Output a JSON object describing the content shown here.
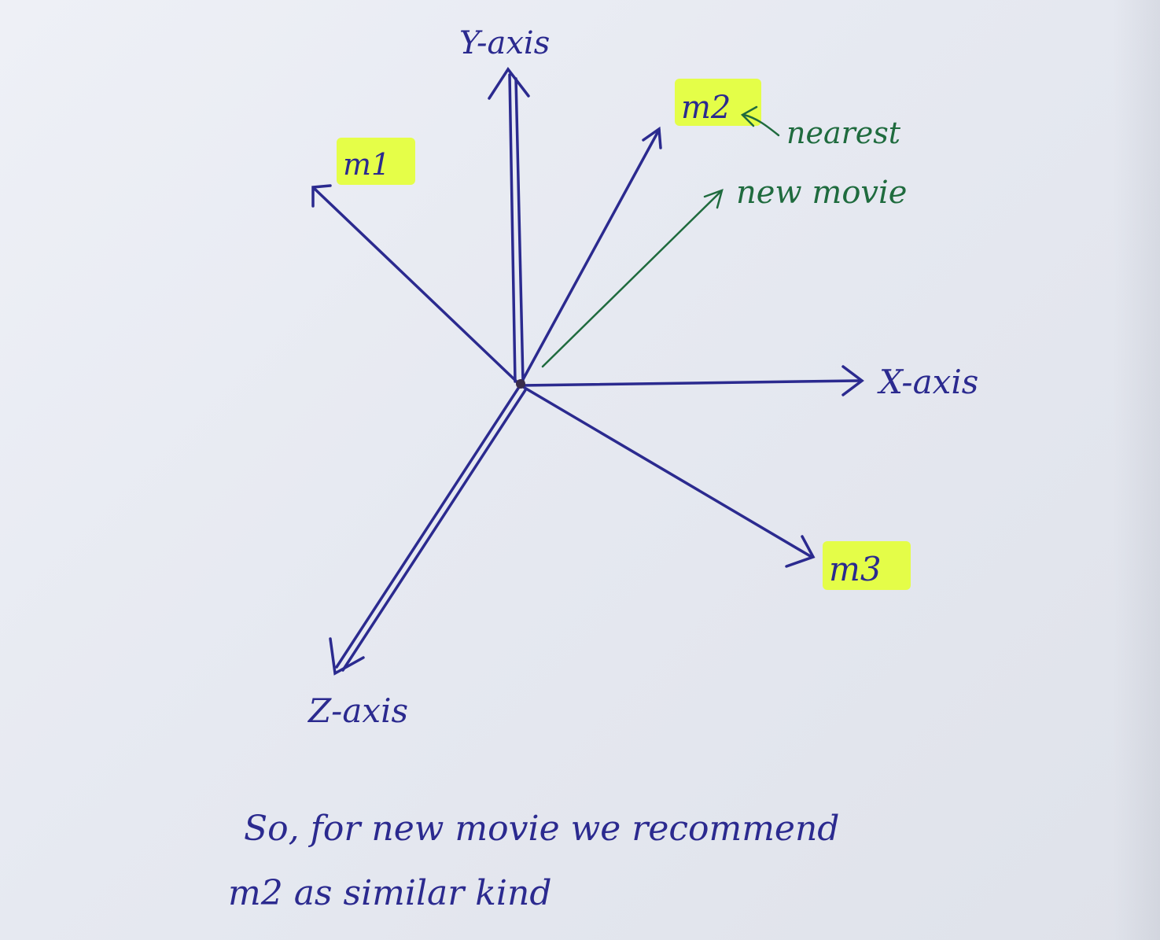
{
  "axes": {
    "y_label": "Y-axis",
    "x_label": "X-axis",
    "z_label": "Z-axis"
  },
  "vectors": {
    "m1": "m1",
    "m2": "m2",
    "m3": "m3",
    "new_movie": "new movie",
    "nearest": "nearest"
  },
  "conclusion": {
    "line1": "So, for new movie we recommend",
    "line2": "m2 as similar kind"
  },
  "colors": {
    "ink": "#2b2a8f",
    "green_ink": "#1f6b3e",
    "highlight": "#e4ff3a"
  }
}
